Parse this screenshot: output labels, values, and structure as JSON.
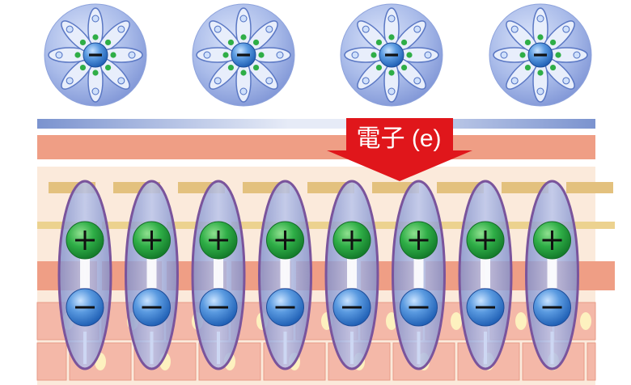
{
  "arrow_label": "電子 (e)",
  "colors": {
    "skin_band": "#fbeadb",
    "top_strip_blue": "#7b93cf",
    "salmon_band": "#ef9e85",
    "gold_block": "#e3c17e",
    "arrow_red": "#e0161b",
    "positive_green": "#27a845",
    "negative_blue": "#3f7fd0",
    "ellipse_fill": "#8e9ed4",
    "ellipse_stroke": "#7a549c"
  },
  "icons": {
    "positive": "plus-sign",
    "negative": "minus-sign"
  },
  "ion_clusters": 4,
  "dipoles": 8
}
